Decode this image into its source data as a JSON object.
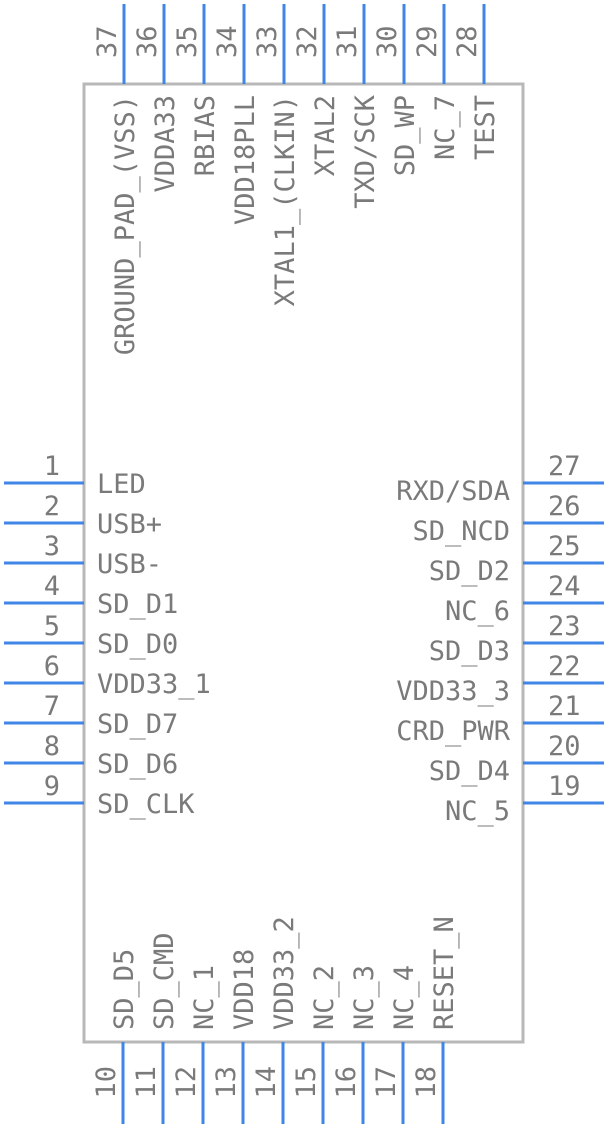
{
  "colors": {
    "pin": "#3f86e6",
    "body": "#b8b8b8",
    "text": "#7a7a7a",
    "background": "#ffffff"
  },
  "pins": {
    "left": [
      {
        "number": "1",
        "name": "LED"
      },
      {
        "number": "2",
        "name": "USB+"
      },
      {
        "number": "3",
        "name": "USB-"
      },
      {
        "number": "4",
        "name": "SD_D1"
      },
      {
        "number": "5",
        "name": "SD_D0"
      },
      {
        "number": "6",
        "name": "VDD33_1"
      },
      {
        "number": "7",
        "name": "SD_D7"
      },
      {
        "number": "8",
        "name": "SD_D6"
      },
      {
        "number": "9",
        "name": "SD_CLK"
      }
    ],
    "bottom": [
      {
        "number": "10",
        "name": "SD_D5"
      },
      {
        "number": "11",
        "name": "SD_CMD"
      },
      {
        "number": "12",
        "name": "NC_1"
      },
      {
        "number": "13",
        "name": "VDD18"
      },
      {
        "number": "14",
        "name": "VDD33_2"
      },
      {
        "number": "15",
        "name": "NC_2"
      },
      {
        "number": "16",
        "name": "NC_3"
      },
      {
        "number": "17",
        "name": "NC_4"
      },
      {
        "number": "18",
        "name": "RESET_N"
      }
    ],
    "right": [
      {
        "number": "19",
        "name": "NC_5"
      },
      {
        "number": "20",
        "name": "SD_D4"
      },
      {
        "number": "21",
        "name": "CRD_PWR"
      },
      {
        "number": "22",
        "name": "VDD33_3"
      },
      {
        "number": "23",
        "name": "SD_D3"
      },
      {
        "number": "24",
        "name": "NC_6"
      },
      {
        "number": "25",
        "name": "SD_D2"
      },
      {
        "number": "26",
        "name": "SD_NCD"
      },
      {
        "number": "27",
        "name": "RXD/SDA"
      }
    ],
    "top": [
      {
        "number": "28",
        "name": "TEST"
      },
      {
        "number": "29",
        "name": "NC_7"
      },
      {
        "number": "30",
        "name": "SD_WP"
      },
      {
        "number": "31",
        "name": "TXD/SCK"
      },
      {
        "number": "32",
        "name": "XTAL2"
      },
      {
        "number": "33",
        "name": "XTAL1_(CLKIN)"
      },
      {
        "number": "34",
        "name": "VDD18PLL"
      },
      {
        "number": "35",
        "name": "RBIAS"
      },
      {
        "number": "36",
        "name": "VDDA33"
      },
      {
        "number": "37",
        "name": "GROUND_PAD_(VSS)"
      }
    ]
  }
}
